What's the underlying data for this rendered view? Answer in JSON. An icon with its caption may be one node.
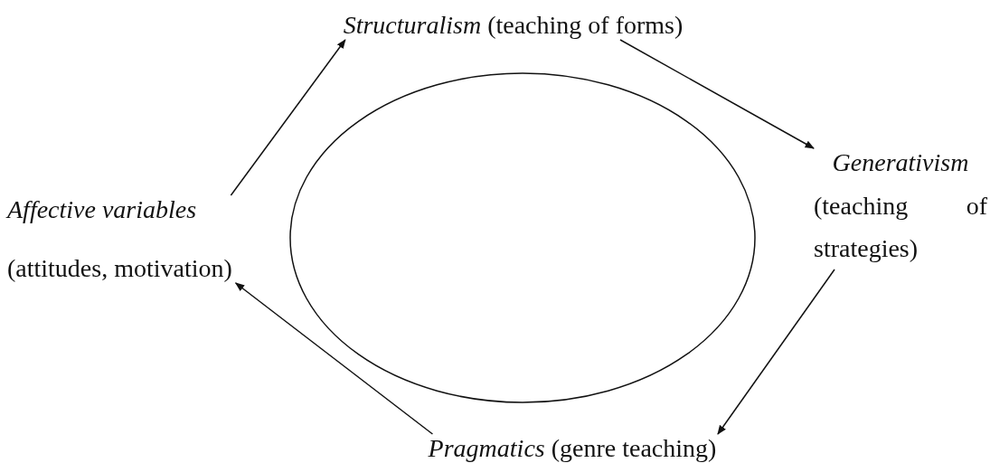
{
  "diagram": {
    "nodes": [
      {
        "text": [
          "*Structuralism* (teaching of forms)"
        ]
      },
      {
        "text": [
          "Generativism",
          "(teaching of strategies)"
        ]
      },
      {
        "text": [
          "*Pragmatics* (genre teaching)"
        ]
      },
      {
        "text": [
          "Affective variables",
          "(attitudes, motivation)"
        ]
      },
      {
        "text": [],
        "shape": "circle"
      }
    ],
    "edges": [
      {
        "from": 3,
        "to": 0,
        "arrow": "to"
      },
      {
        "from": 0,
        "to": 1,
        "arrow": "to"
      },
      {
        "from": 1,
        "to": 2,
        "arrow": "to"
      },
      {
        "from": 2,
        "to": 3,
        "arrow": "to"
      }
    ]
  }
}
